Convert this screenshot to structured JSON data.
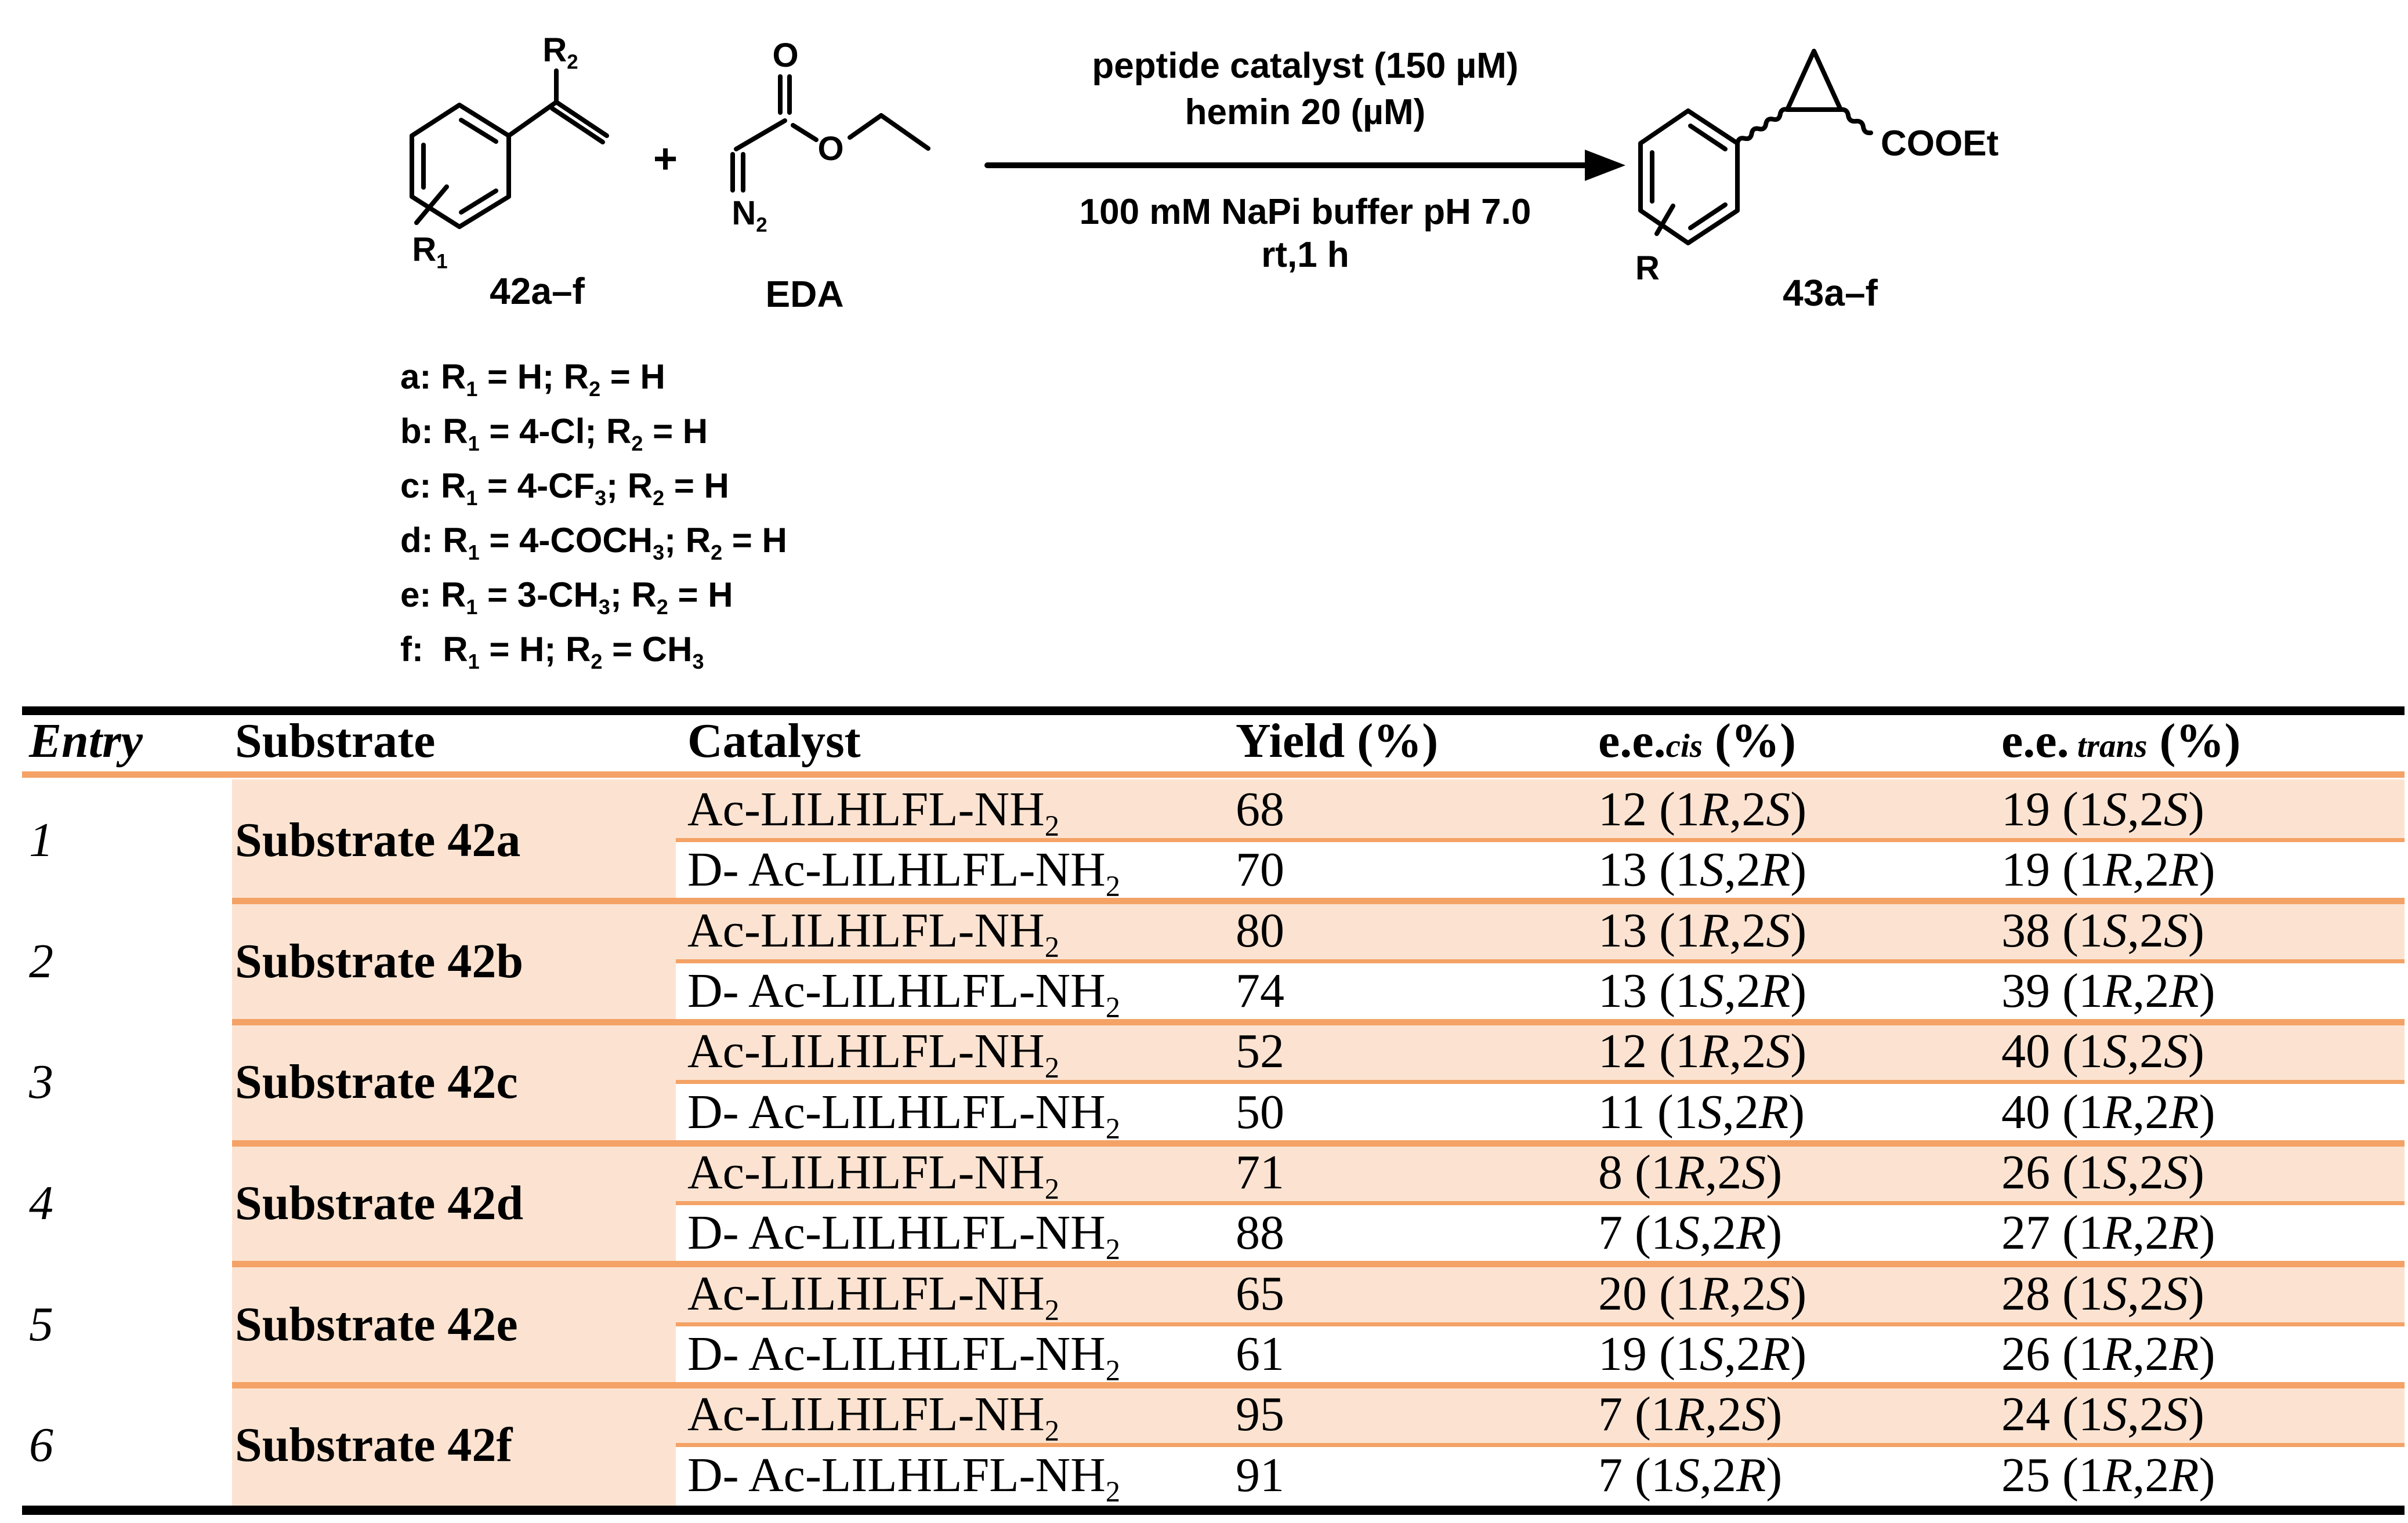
{
  "colors": {
    "accent_orange": "#f4a266",
    "row_peach": "#fce3d1",
    "rule_black": "#000000",
    "background": "#ffffff"
  },
  "scheme": {
    "plus": "+",
    "conditions_above": [
      "peptide catalyst (150 µM)",
      "hemin 20 (µM)"
    ],
    "conditions_below": [
      "100 mM NaPi buffer pH 7.0",
      "rt,1 h"
    ],
    "reactant": {
      "label": "42a–f",
      "r1": "R1",
      "r2": "R2"
    },
    "reagent": {
      "label": "EDA",
      "o_carbonyl": "O",
      "o_ester": "O",
      "n2": "N2"
    },
    "product": {
      "label": "43a–f",
      "r": "R",
      "ester": "COOEt"
    },
    "substituent_lines": [
      "a: R1 = H; R2 = H",
      "b: R1 = 4-Cl; R2 = H",
      "c: R1 = 4-CF3; R2 = H",
      "d: R1 = 4-COCH3; R2 = H",
      "e: R1 = 3-CH3; R2 = H",
      "f:  R1 = H; R2 = CH3"
    ]
  },
  "table": {
    "headers": {
      "entry": "Entry",
      "substrate": "Substrate",
      "catalyst": "Catalyst",
      "yield": "Yield (%)",
      "ee_cis": {
        "main": "e.e.",
        "sub": "cis",
        "tail": " (%)"
      },
      "ee_trans": {
        "main": "e.e.",
        "sub": " trans",
        "tail": " (%)"
      }
    },
    "blocks": [
      {
        "entry": "1",
        "substrate": "Substrate 42a",
        "rows": [
          {
            "catalyst": "Ac-LILHLFL-NH2",
            "yield": "68",
            "ee_cis": "12 (1R,2S)",
            "ee_trans": "19 (1S,2S)"
          },
          {
            "catalyst": "D- Ac-LILHLFL-NH2",
            "yield": "70",
            "ee_cis": "13 (1S,2R)",
            "ee_trans": "19 (1R,2R)"
          }
        ]
      },
      {
        "entry": "2",
        "substrate": "Substrate 42b",
        "rows": [
          {
            "catalyst": "Ac-LILHLFL-NH2",
            "yield": "80",
            "ee_cis": "13 (1R,2S)",
            "ee_trans": "38 (1S,2S)"
          },
          {
            "catalyst": "D- Ac-LILHLFL-NH2",
            "yield": "74",
            "ee_cis": "13 (1S,2R)",
            "ee_trans": "39 (1R,2R)"
          }
        ]
      },
      {
        "entry": "3",
        "substrate": "Substrate 42c",
        "rows": [
          {
            "catalyst": "Ac-LILHLFL-NH2",
            "yield": "52",
            "ee_cis": "12 (1R,2S)",
            "ee_trans": "40 (1S,2S)"
          },
          {
            "catalyst": "D- Ac-LILHLFL-NH2",
            "yield": "50",
            "ee_cis": "11 (1S,2R)",
            "ee_trans": "40 (1R,2R)"
          }
        ]
      },
      {
        "entry": "4",
        "substrate": "Substrate 42d",
        "rows": [
          {
            "catalyst": "Ac-LILHLFL-NH2",
            "yield": "71",
            "ee_cis": "8 (1R,2S)",
            "ee_trans": "26 (1S,2S)"
          },
          {
            "catalyst": "D- Ac-LILHLFL-NH2",
            "yield": "88",
            "ee_cis": "7 (1S,2R)",
            "ee_trans": "27 (1R,2R)"
          }
        ]
      },
      {
        "entry": "5",
        "substrate": "Substrate 42e",
        "rows": [
          {
            "catalyst": "Ac-LILHLFL-NH2",
            "yield": "65",
            "ee_cis": "20 (1R,2S)",
            "ee_trans": "28 (1S,2S)"
          },
          {
            "catalyst": "D- Ac-LILHLFL-NH2",
            "yield": "61",
            "ee_cis": "19 (1S,2R)",
            "ee_trans": "26 (1R,2R)"
          }
        ]
      },
      {
        "entry": "6",
        "substrate": "Substrate 42f",
        "rows": [
          {
            "catalyst": "Ac-LILHLFL-NH2",
            "yield": "95",
            "ee_cis": "7 (1R,2S)",
            "ee_trans": "24 (1S,2S)"
          },
          {
            "catalyst": "D- Ac-LILHLFL-NH2",
            "yield": "91",
            "ee_cis": "7 (1S,2R)",
            "ee_trans": "25 (1R,2R)"
          }
        ]
      }
    ]
  }
}
